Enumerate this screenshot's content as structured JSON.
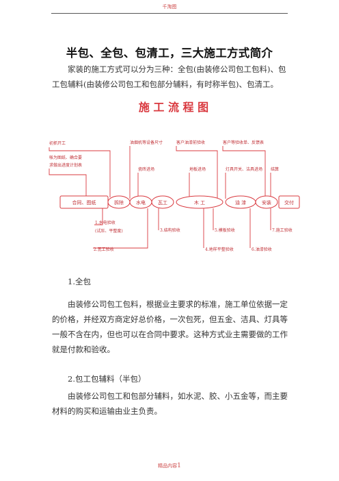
{
  "header": {
    "text": "千淘图"
  },
  "title": "半包、全包、包清工，三大施工方式简介",
  "intro": "家装的施工方式可以分为三种：全包(由装修公司包工包料)、包工包辅料(由装修公司包工和包部分辅料，有时称半包)、包清工。",
  "diagram": {
    "title": "施 工 流 程 图",
    "stages": [
      "合同、图纸",
      "拆除",
      "水电",
      "瓦工",
      "木 工",
      "油 漆",
      "安装",
      "交付"
    ],
    "top_labels": {
      "design": "初抓开工",
      "design_note1": "帐为图纸、确合要",
      "design_note2": "求做出进度计划表",
      "cabinet": "油烟机等设备尺寸",
      "material1": "瓷砖进场",
      "wood_in": "地板进场",
      "paint_confirm": "客户油漆前验收",
      "lamp": "灯具开关、洁具进场",
      "acceptance": "客户等验收单、反馈表",
      "final": "结算"
    },
    "bottom_labels": {
      "b1a": "1.水电验收",
      "b1b": "(试压、平整度)",
      "b2": "2.瓦工验收",
      "b3": "3.结构验收",
      "b4": "4.地样平整验收",
      "b5": "5.模板验收",
      "b6": "6.油漆验收",
      "b7": "7.施工验收"
    }
  },
  "sections": [
    {
      "heading": "1.全包",
      "body": "由装修公司包工包料，根据业主要求的标准，施工单位依据一定的价格，并经双方商定好总价格，一次包死，但五金、洁具、灯具等一般不含在内，但也可以在合同中要求。这种方式业主需要做的工作就是付款和验收。"
    },
    {
      "heading": "2.包工包辅料（半包）",
      "body": "由装修公司包工和包部分辅料，如水泥、胶、小五金等，而主要材料的购买和运输由业主负责。"
    }
  ],
  "footer": {
    "text": "精品内容",
    "page": "1"
  },
  "colors": {
    "accent": "#cc2222",
    "flow": "#d9383e"
  }
}
